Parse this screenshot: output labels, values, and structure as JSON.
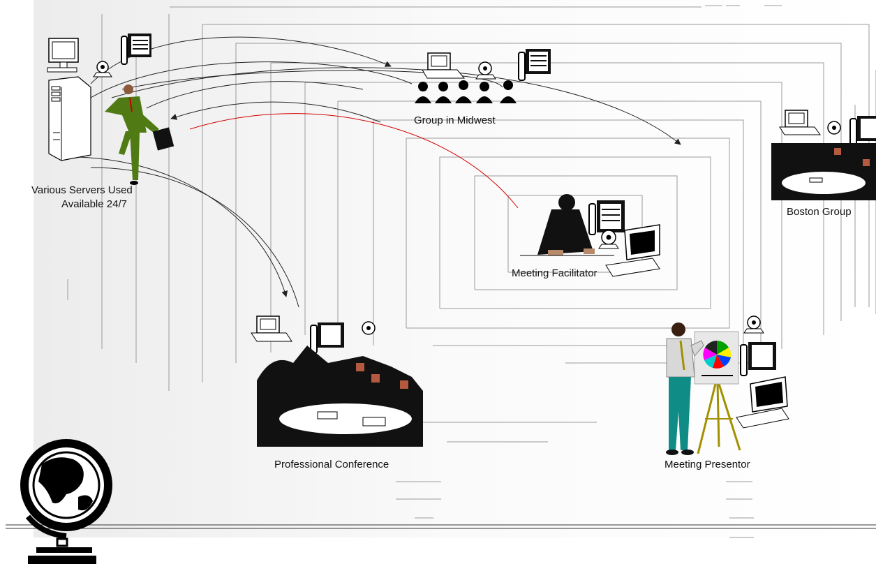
{
  "nodes": {
    "servers": {
      "label_line1": "Various Servers Used",
      "label_line2": "Available 24/7"
    },
    "midwest": {
      "label": "Group in Midwest"
    },
    "boston": {
      "label": "Boston Group"
    },
    "facilitator": {
      "label": "Meeting Facilitator"
    },
    "conference": {
      "label": "Professional Conference"
    },
    "presentor": {
      "label": "Meeting Presentor"
    }
  },
  "colors": {
    "background_gradient": "#f0f0f0",
    "frame_lines": "#9a9a9a",
    "arrow": "#222222",
    "highlight_arrow": "#d40000",
    "man_suit": "#4f7a14",
    "presentor_pants": "#0f8c86",
    "easel": "#a29000"
  },
  "icons": [
    "monitor-icon",
    "server-tower-icon",
    "desk-phone-icon",
    "webcam-icon",
    "laptop-icon",
    "globe-icon",
    "easel-pie-chart-icon",
    "audience-silhouette-icon",
    "meeting-table-icon"
  ]
}
